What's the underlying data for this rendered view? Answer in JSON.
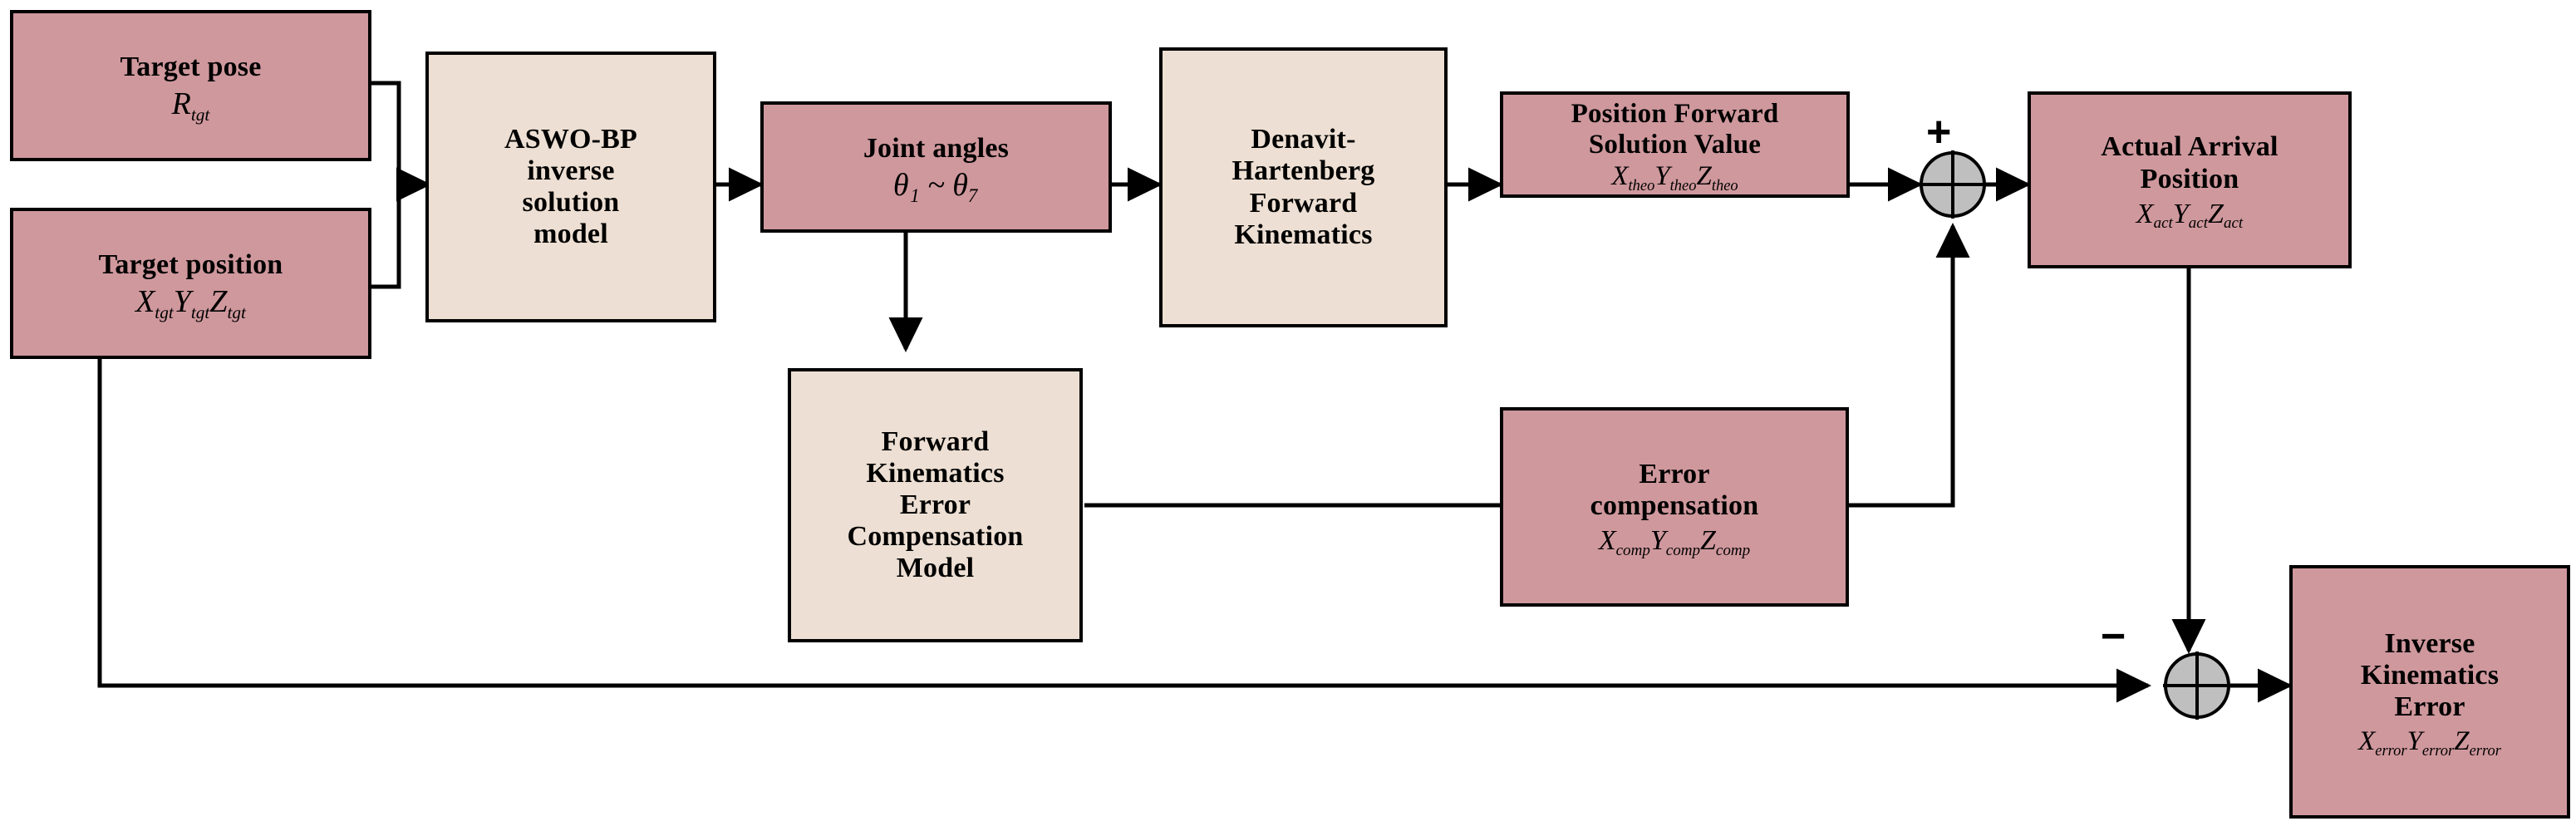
{
  "diagram": {
    "title": "ASWO-BP inverse solution and error compensation block diagram",
    "colors": {
      "block_pink": "#cf989d",
      "block_beige": "#eddfd3",
      "sum_fill": "#bfbfbf",
      "stroke": "#000000",
      "background": "#ffffff"
    },
    "blocks": [
      {
        "id": "target-pose",
        "title": "Target pose",
        "symbol_base": "R",
        "symbol_sub": "tgt",
        "fill": "pink"
      },
      {
        "id": "target-position",
        "title": "Target position",
        "symbol": [
          {
            "base": "X",
            "sub": "tgt"
          },
          {
            "base": "Y",
            "sub": "tgt"
          },
          {
            "base": "Z",
            "sub": "tgt"
          }
        ],
        "fill": "pink"
      },
      {
        "id": "aswo-bp-inverse-solution-model",
        "title": "ASWO-BP\ninverse\nsolution\nmodel",
        "fill": "beige"
      },
      {
        "id": "joint-angles",
        "title": "Joint angles",
        "symbol_text": "θ₁ ~ θ₇",
        "fill": "pink"
      },
      {
        "id": "denavit-hartenberg-forward-kinematics",
        "title": "Denavit-\nHartenberg\nForward\nKinematics",
        "fill": "beige"
      },
      {
        "id": "position-forward-solution-value",
        "title": "Position Forward\nSolution Value",
        "symbol": [
          {
            "base": "X",
            "sub": "theo"
          },
          {
            "base": "Y",
            "sub": "theo"
          },
          {
            "base": "Z",
            "sub": "theo"
          }
        ],
        "fill": "pink"
      },
      {
        "id": "actual-arrival-position",
        "title": "Actual Arrival\nPosition",
        "symbol": [
          {
            "base": "X",
            "sub": "act"
          },
          {
            "base": "Y",
            "sub": "act"
          },
          {
            "base": "Z",
            "sub": "act"
          }
        ],
        "fill": "pink"
      },
      {
        "id": "forward-kinematics-error-compensation-model",
        "title": "Forward\nKinematics\nError\nCompensation\nModel",
        "fill": "beige"
      },
      {
        "id": "error-compensation",
        "title": "Error\ncompensation",
        "symbol": [
          {
            "base": "X",
            "sub": "comp"
          },
          {
            "base": "Y",
            "sub": "comp"
          },
          {
            "base": "Z",
            "sub": "comp"
          }
        ],
        "fill": "pink"
      },
      {
        "id": "inverse-kinematics-error",
        "title": "Inverse\nKinematics\nError",
        "symbol": [
          {
            "base": "X",
            "sub": "error"
          },
          {
            "base": "Y",
            "sub": "error"
          },
          {
            "base": "Z",
            "sub": "error"
          }
        ],
        "fill": "pink"
      }
    ],
    "summing_junctions": [
      {
        "id": "sum-upper",
        "sign_label": "+"
      },
      {
        "id": "sum-lower",
        "sign_label": "−"
      }
    ]
  }
}
